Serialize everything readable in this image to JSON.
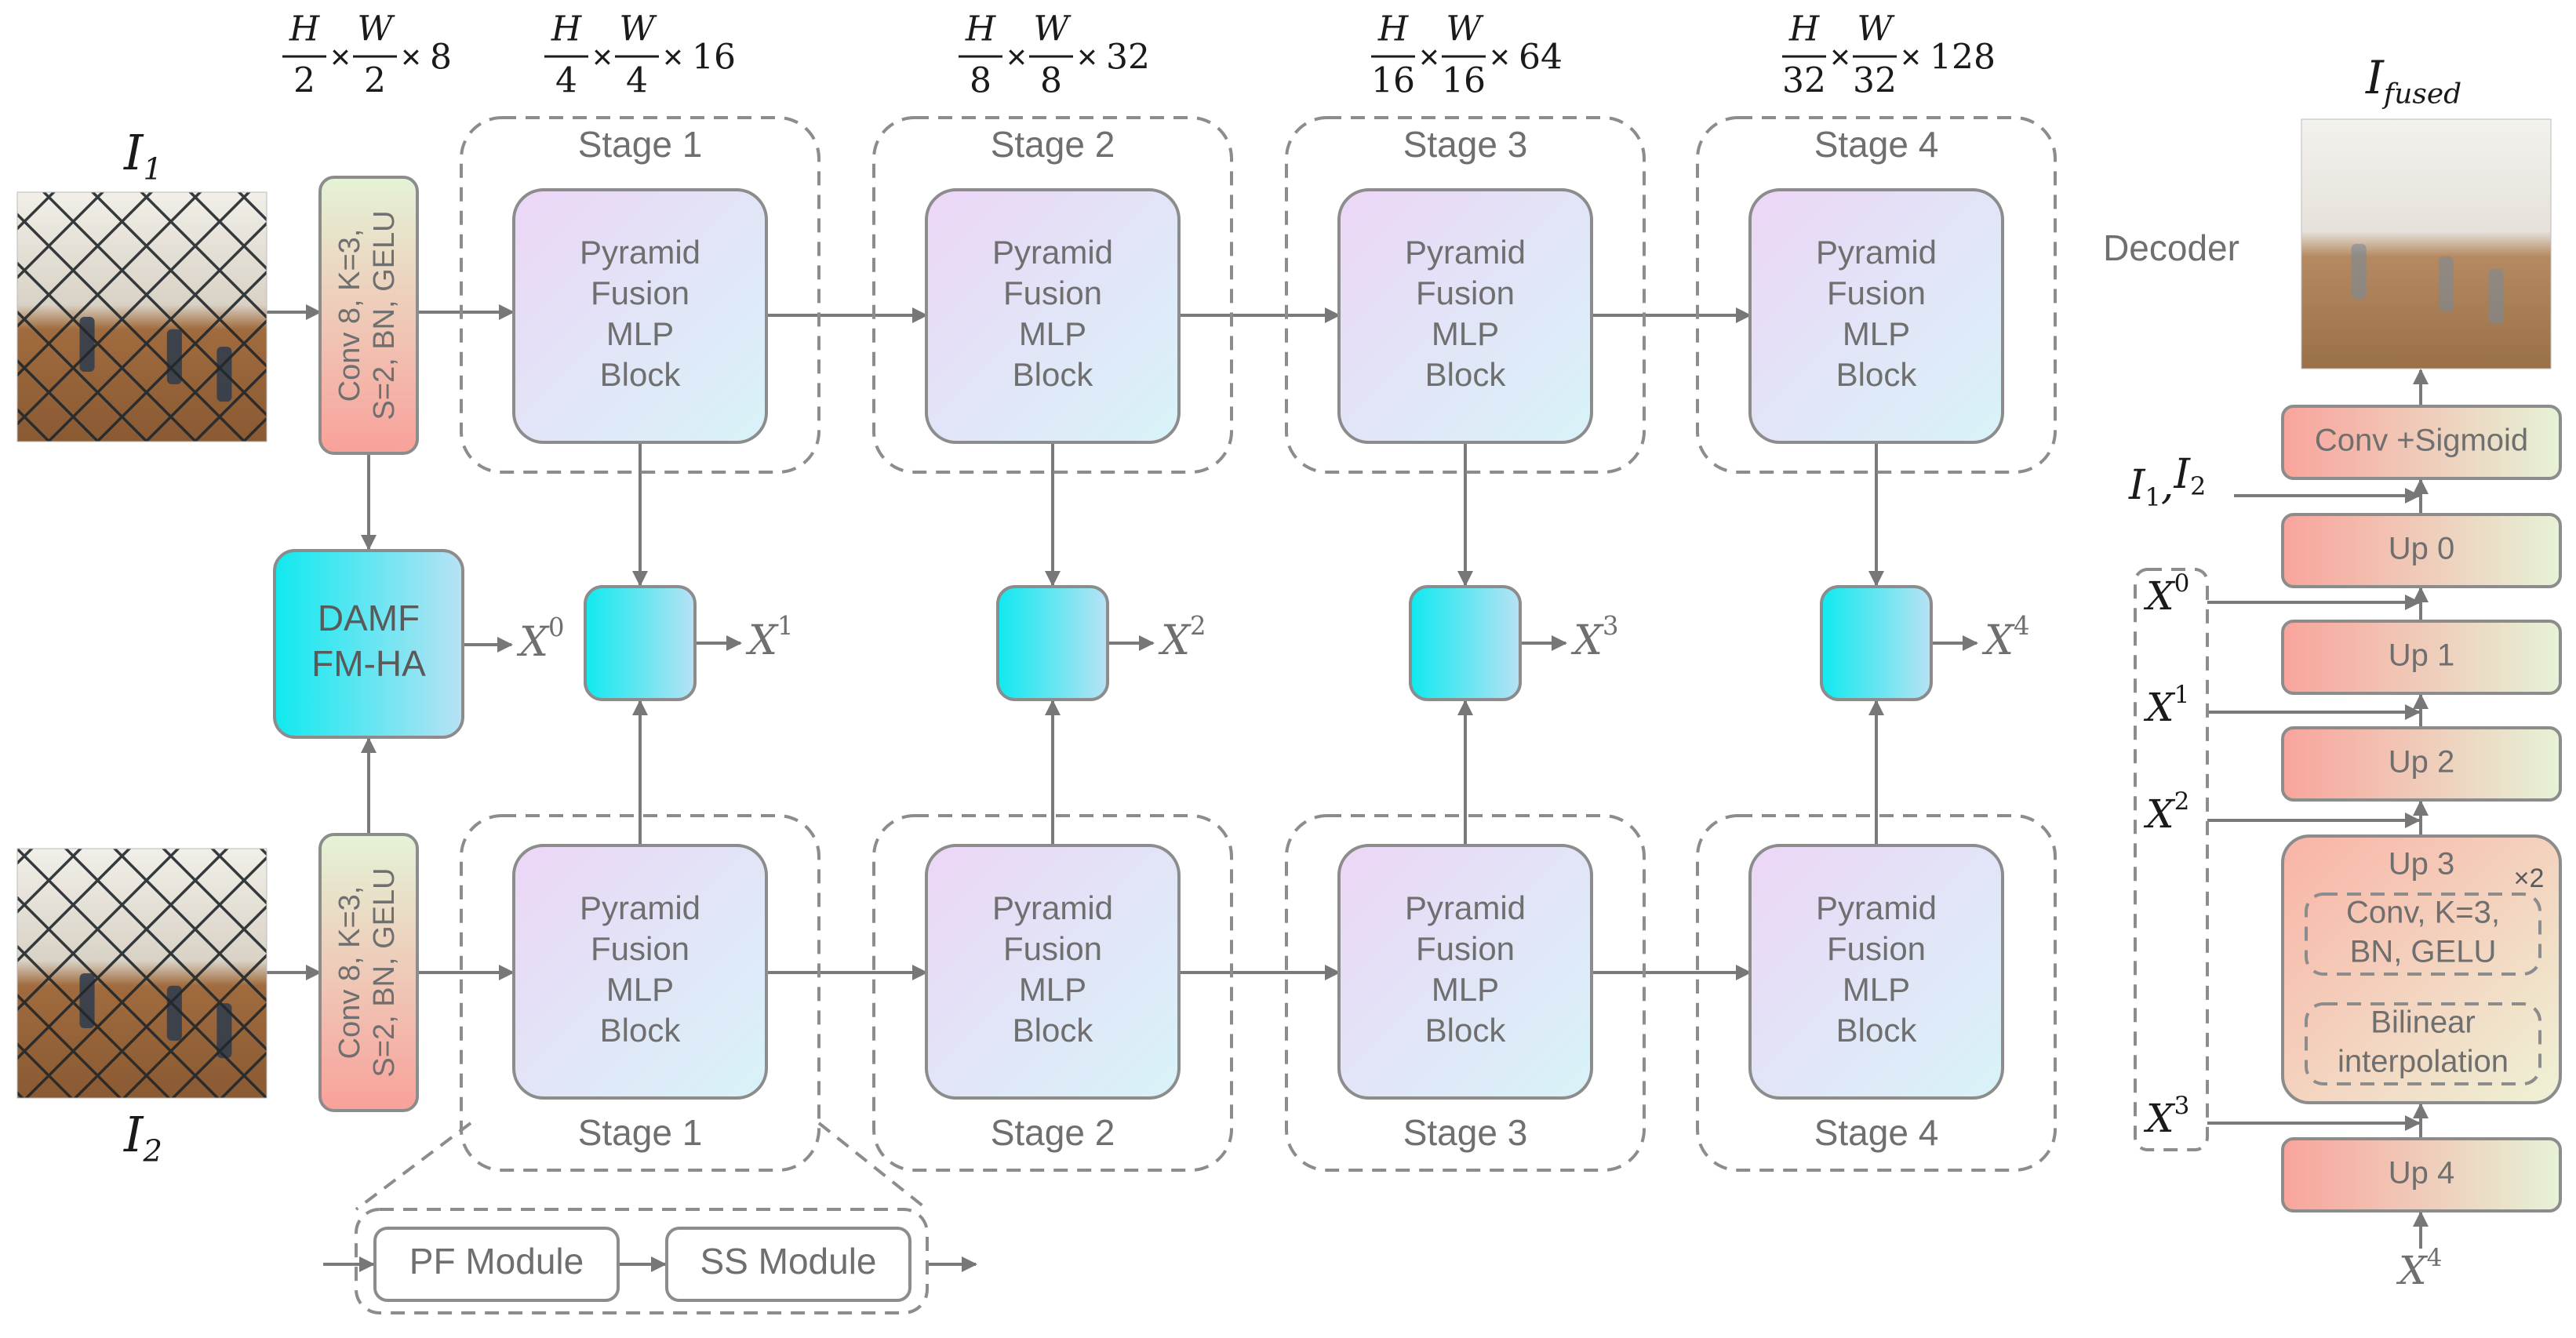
{
  "colors": {
    "line": "#8a8a8a",
    "text": "#6f6f6f",
    "dark_text": "#1a1a1a",
    "cyan": "#19e6ee",
    "pyramid_top": "#ead8f4",
    "pyramid_bottom": "#d9f2f8",
    "salmon": "#f8a39a",
    "mint": "#e6f2d6"
  },
  "inputs": {
    "i1": {
      "main": "I",
      "sub": "1"
    },
    "i2": {
      "main": "I",
      "sub": "2"
    }
  },
  "conv_block_label": [
    "Conv 8, K=3,",
    "S=2, BN, GELU"
  ],
  "damf": [
    "DAMF",
    "FM-HA"
  ],
  "x0_label": {
    "main": "X",
    "sup": "0"
  },
  "dims": [
    {
      "a": "H",
      "b": "2",
      "c": "W",
      "d": "2",
      "f": "8"
    },
    {
      "a": "H",
      "b": "4",
      "c": "W",
      "d": "4",
      "f": "16"
    },
    {
      "a": "H",
      "b": "8",
      "c": "W",
      "d": "8",
      "f": "32"
    },
    {
      "a": "H",
      "b": "16",
      "c": "W",
      "d": "16",
      "f": "64"
    },
    {
      "a": "H",
      "b": "32",
      "c": "W",
      "d": "32",
      "f": "128"
    }
  ],
  "times_symbol": "×",
  "stages": [
    "Stage 1",
    "Stage 2",
    "Stage 3",
    "Stage 4"
  ],
  "pyramid_block": [
    "Pyramid",
    "Fusion",
    "MLP",
    "Block"
  ],
  "fused_outputs": [
    {
      "main": "X",
      "sup": "1"
    },
    {
      "main": "X",
      "sup": "2"
    },
    {
      "main": "X",
      "sup": "3"
    },
    {
      "main": "X",
      "sup": "4"
    }
  ],
  "stage_detail": {
    "pf": "PF Module",
    "ss": "SS Module"
  },
  "decoder": {
    "title": "Decoder",
    "output": {
      "main": "I",
      "sub": "fused"
    },
    "conv_sigmoid": "Conv +Sigmoid",
    "inputs_label": {
      "a": "I",
      "a_sub": "1",
      "sep": ",",
      "b": "I",
      "b_sub": "2"
    },
    "up": [
      "Up 0",
      "Up 1",
      "Up 2",
      "Up 3",
      "Up 4"
    ],
    "up3_mult": "×2",
    "up3_inner": [
      "Conv, K=3,",
      "BN, GELU"
    ],
    "up3_interp": [
      "Bilinear",
      "interpolation"
    ],
    "skip_labels": [
      {
        "main": "X",
        "sup": "0"
      },
      {
        "main": "X",
        "sup": "1"
      },
      {
        "main": "X",
        "sup": "2"
      },
      {
        "main": "X",
        "sup": "3"
      }
    ],
    "bottom_input": {
      "main": "X",
      "sup": "4"
    }
  }
}
